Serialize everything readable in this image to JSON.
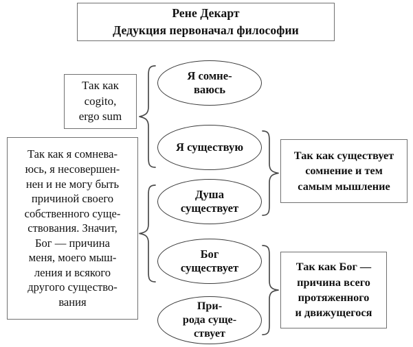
{
  "diagram": {
    "title": {
      "line1": "Рене Декарт",
      "line2": "Дедукция первоначал философии"
    },
    "nodes": [
      {
        "id": "doubt",
        "label": "Я сомне-\nваюсь"
      },
      {
        "id": "exist",
        "label": "Я существую"
      },
      {
        "id": "soul",
        "label": "Душа\nсуществует"
      },
      {
        "id": "god",
        "label": "Бог\nсуществует"
      },
      {
        "id": "nature",
        "label": "При-\nрода суще-\nствует"
      }
    ],
    "left_notes": [
      {
        "id": "cogito",
        "label": "Так как\ncogito,\nergo sum"
      },
      {
        "id": "imperfection",
        "label": "Так как я сомнева-\nюсь, я несовершен-\nнен и не могу быть\nпричиной своего\nсобственного суще-\nствования. Значит,\nБог — причина\nменя, моего мыш-\nления и всякого\nдругого существо-\nвания"
      }
    ],
    "right_notes": [
      {
        "id": "thinking",
        "label": "Так как существует\nсомнение и тем\nсамым мышление"
      },
      {
        "id": "extension",
        "label": "Так как Бог —\nпричина всего\nпротяженного\nи движущегося"
      }
    ],
    "connectors": [
      {
        "id": "brace-left-1",
        "icon": "left-curly-brace-icon",
        "spans": [
          "doubt",
          "exist"
        ]
      },
      {
        "id": "brace-left-2",
        "icon": "left-curly-brace-icon",
        "spans": [
          "soul",
          "god"
        ]
      },
      {
        "id": "brace-right-1",
        "icon": "right-curly-brace-icon",
        "spans": [
          "exist",
          "soul"
        ]
      },
      {
        "id": "brace-right-2",
        "icon": "right-curly-brace-icon",
        "spans": [
          "god",
          "nature"
        ]
      }
    ],
    "colors": {
      "box_border": "#6f6f6f",
      "ellipse_border": "#3a3a3a",
      "text": "#111111",
      "background": "#ffffff"
    }
  }
}
